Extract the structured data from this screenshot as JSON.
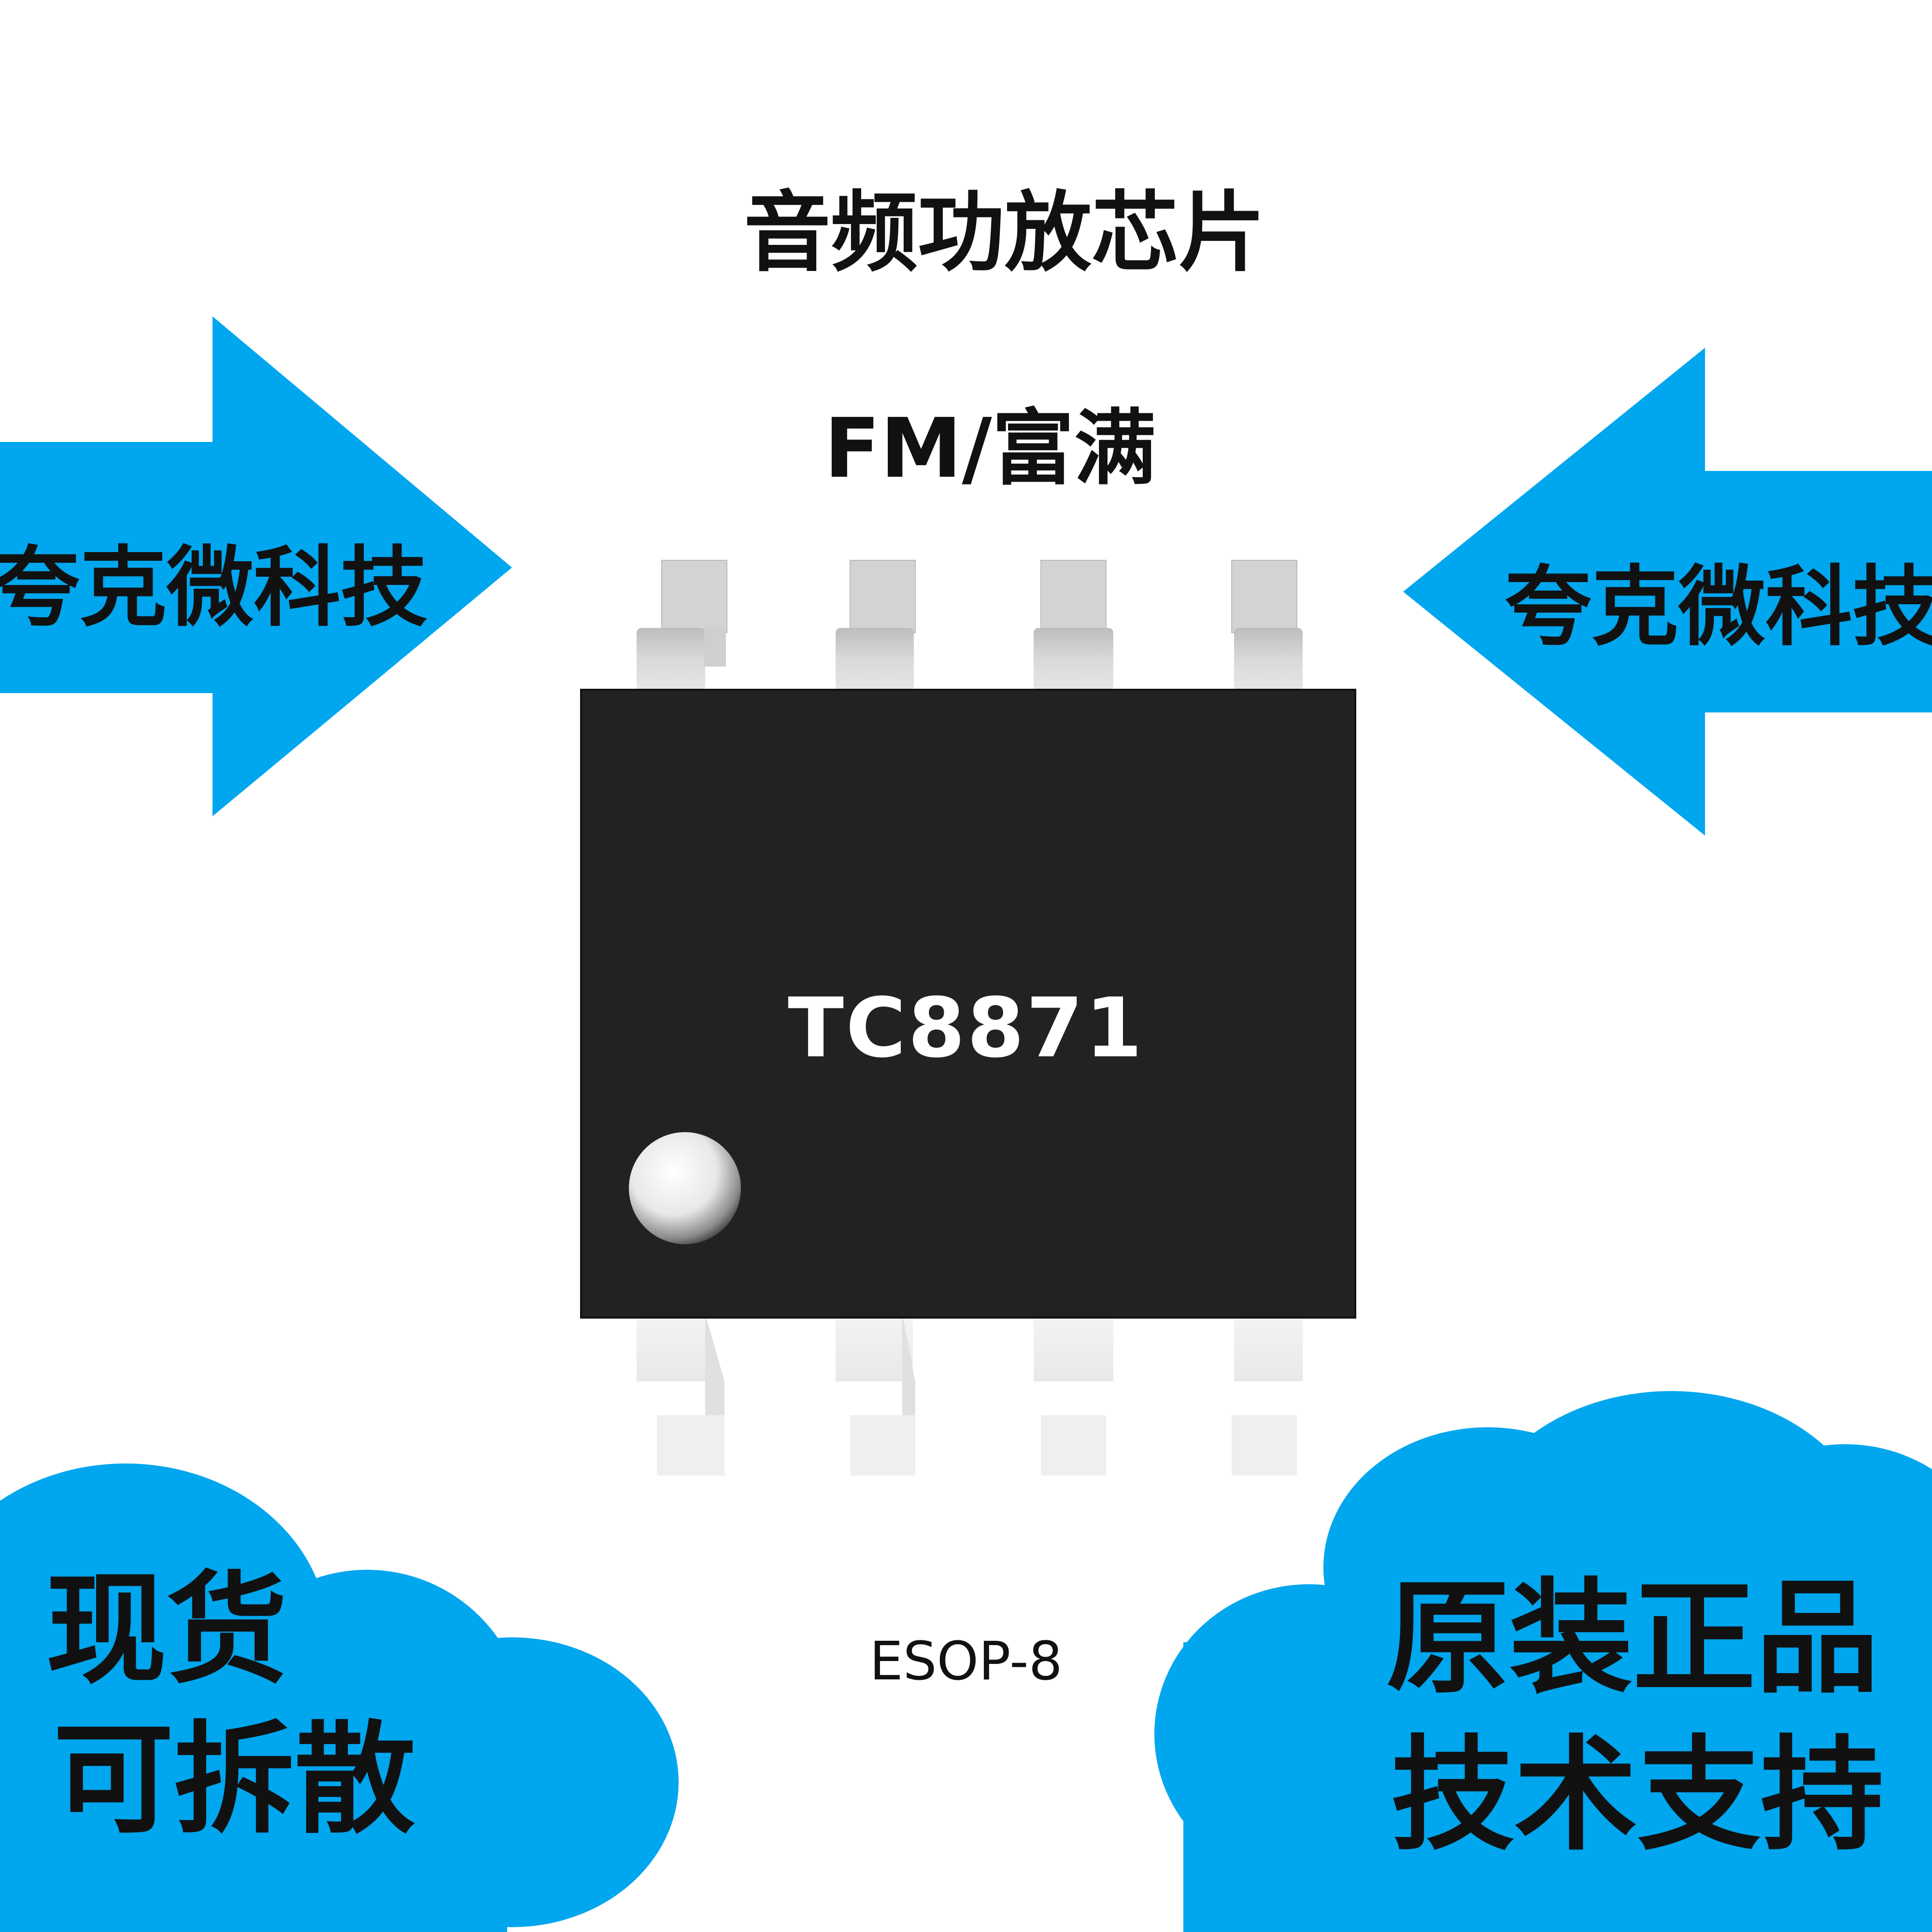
{
  "title": "音频功放芯片",
  "subtitle": "FM/富满",
  "left_arrow": {
    "label": "夸克微科技",
    "direction": "right"
  },
  "right_arrow": {
    "label": "夸克微科技",
    "direction": "left"
  },
  "chip": {
    "label": "TC8871",
    "pin_count": 8,
    "package": "ESOP-8"
  },
  "left_cloud": {
    "line1": "现货",
    "line2": "可拆散"
  },
  "right_cloud": {
    "line1": "原装正品",
    "line2": "技术支持"
  },
  "colors": {
    "accent": "#00a6ee",
    "chip_body": "#222222",
    "text": "#111111"
  }
}
